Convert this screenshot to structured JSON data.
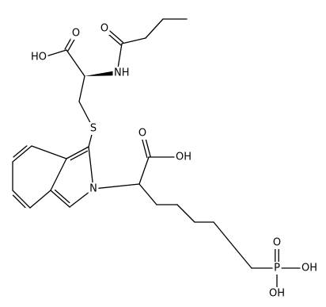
{
  "structure": {
    "labels": {
      "acid_oxygen_1": "O",
      "acid_hydroxyl_1": "HO",
      "amide_oxygen": "O",
      "amide_nitrogen": "NH",
      "thioether_sulfur": "S",
      "acid_oxygen_2": "O",
      "acid_hydroxyl_2": "OH",
      "isoindole_nitrogen": "N",
      "phosphorus": "P",
      "phosphonyl_oxygen": "O",
      "phosphonic_hydroxyl_1": "OH",
      "phosphonic_hydroxyl_2": "OH"
    }
  }
}
